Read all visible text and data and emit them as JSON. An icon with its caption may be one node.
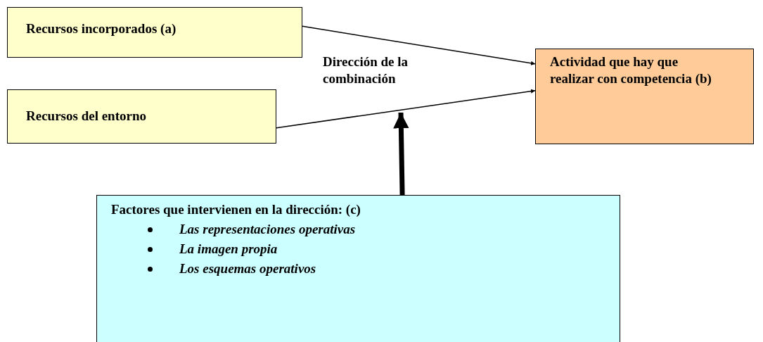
{
  "diagram": {
    "nodes": [
      {
        "text": [
          "Recursos incorporados (a)"
        ]
      },
      {
        "text": [
          "Recursos del entorno"
        ]
      },
      {
        "text": [
          "Actividad que hay que realizar con competencia (b)"
        ]
      },
      {
        "text": [
          "Factores que intervienen en la dirección: (c)",
          "Las representaciones operativas",
          "La imagen propia",
          "Los esquemas operativos"
        ]
      }
    ],
    "edges": [
      {
        "from": 0,
        "to": 2,
        "arrow": "to"
      },
      {
        "from": 1,
        "to": 2,
        "arrow": "to"
      },
      {
        "from": 3,
        "to": null,
        "arrow": "to",
        "style": "thick"
      }
    ],
    "labels": [
      "Dirección de la combinación"
    ]
  }
}
